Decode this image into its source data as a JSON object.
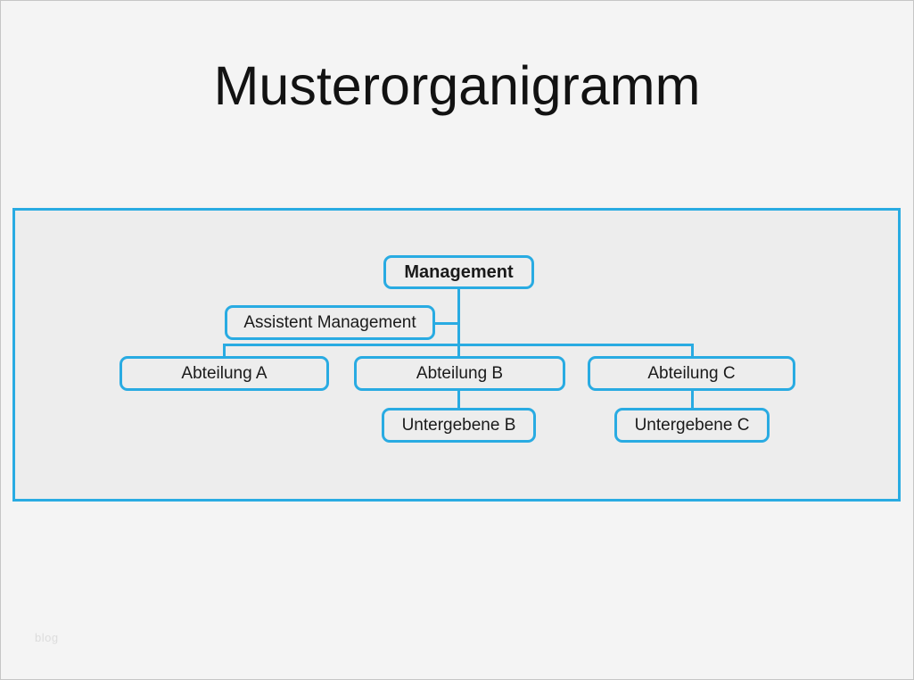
{
  "title": "Musterorganigramm",
  "watermark": "blog",
  "colors": {
    "accent": "#29abe2",
    "page_background": "#f4f4f4",
    "panel_background": "#ededed",
    "text": "#1a1a1a"
  },
  "diagram": {
    "type": "org-chart",
    "nodes": {
      "management": {
        "label": "Management",
        "level": 1,
        "parent": null,
        "style": "bold"
      },
      "assistent": {
        "label": "Assistent Management",
        "level": 1,
        "parent": "management",
        "style": "staff"
      },
      "abteilung_a": {
        "label": "Abteilung A",
        "level": 2,
        "parent": "management"
      },
      "abteilung_b": {
        "label": "Abteilung B",
        "level": 2,
        "parent": "management"
      },
      "abteilung_c": {
        "label": "Abteilung C",
        "level": 2,
        "parent": "management"
      },
      "untergebene_b": {
        "label": "Untergebene B",
        "level": 3,
        "parent": "abteilung_b"
      },
      "untergebene_c": {
        "label": "Untergebene C",
        "level": 3,
        "parent": "abteilung_c"
      }
    }
  }
}
